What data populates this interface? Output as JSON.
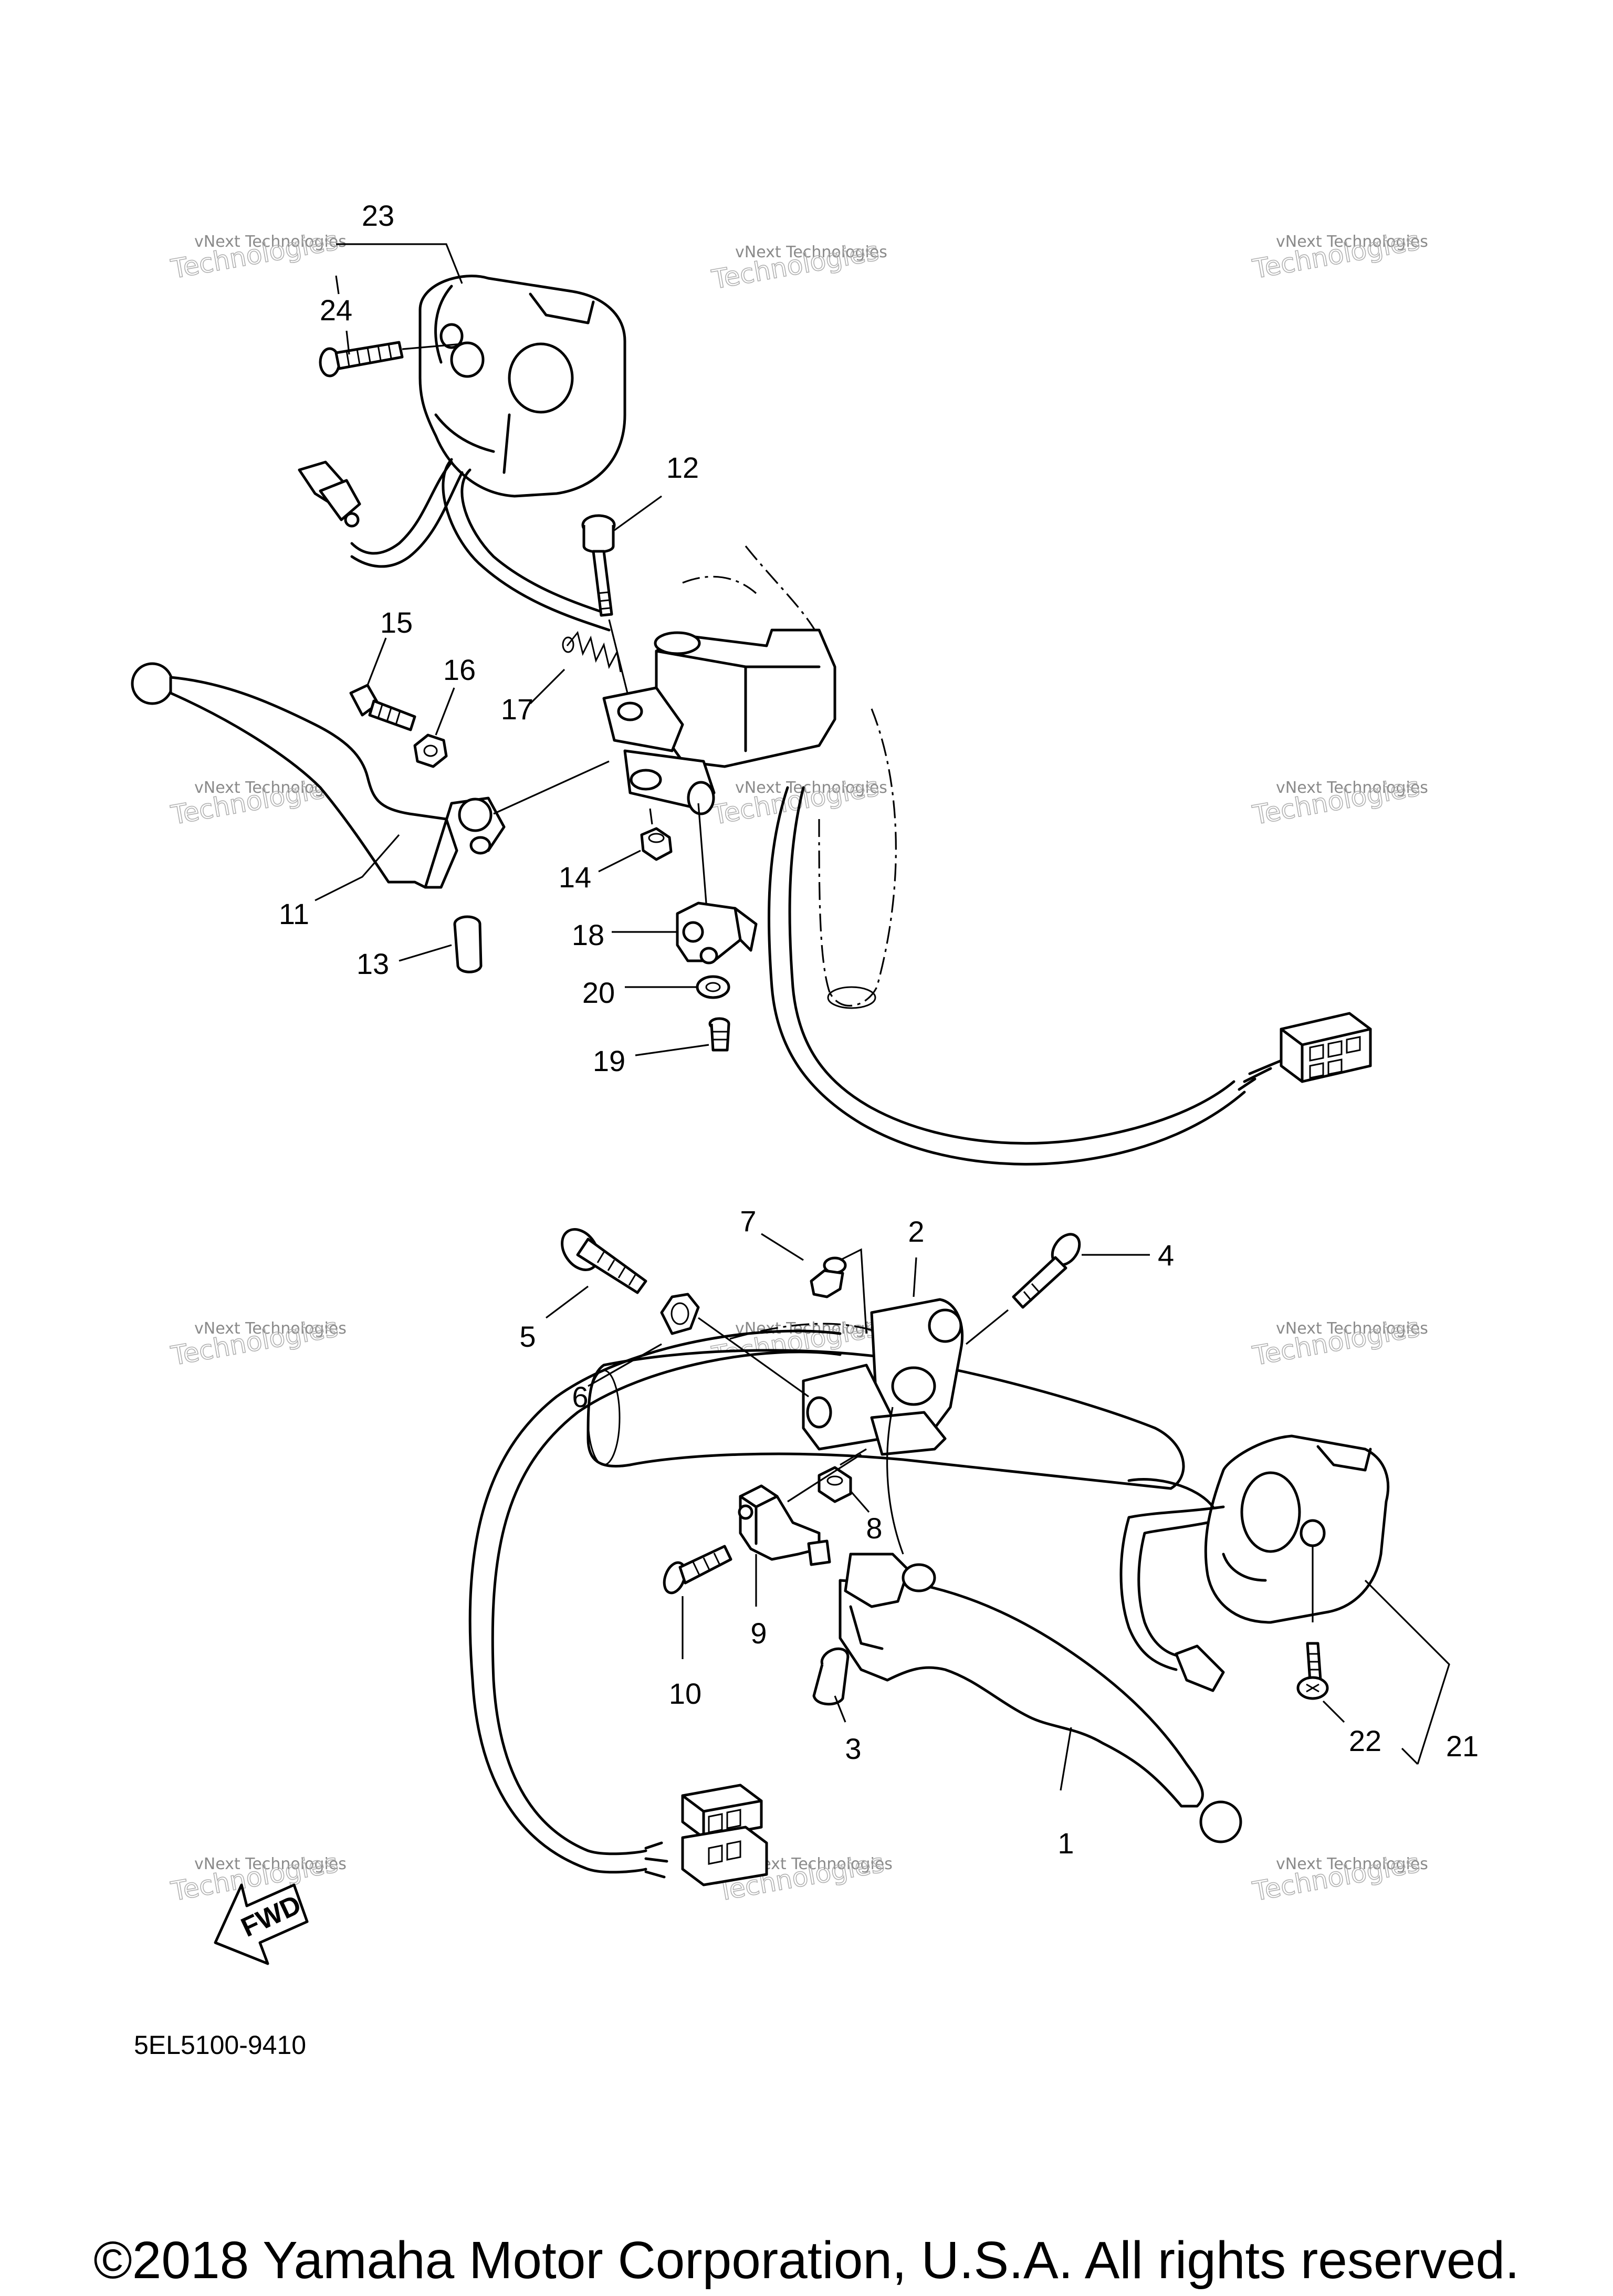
{
  "diagram": {
    "part_numbers": [
      "1",
      "2",
      "3",
      "4",
      "5",
      "6",
      "7",
      "8",
      "9",
      "10",
      "11",
      "12",
      "13",
      "14",
      "15",
      "16",
      "17",
      "18",
      "19",
      "20",
      "21",
      "22",
      "23",
      "24"
    ],
    "diagram_code": "5EL5100-9410",
    "fwd_label": "FWD",
    "watermark": {
      "line1": "vNext Technologies",
      "line2": "Technologies"
    }
  },
  "copyright": "©2018 Yamaha Motor Corporation, U.S.A. All rights reserved."
}
